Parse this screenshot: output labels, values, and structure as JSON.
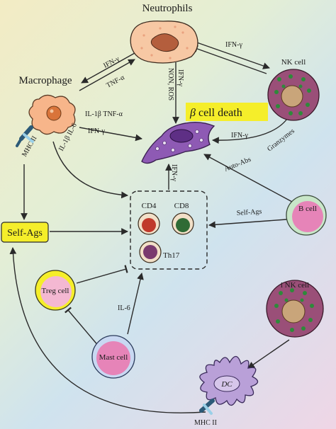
{
  "cells": {
    "neutrophils": "Neutrophils",
    "macrophage": "Macrophage",
    "nk_cell": "NK cell",
    "beta_cell_death_symbol": "β",
    "beta_cell_death_text": " cell death",
    "cd4": "CD4",
    "cd8": "CD8",
    "th17": "Th17",
    "b_cell": "B cell",
    "self_ags": "Self-Ags",
    "treg_cell": "Treg cell",
    "mast_cell": "Mast cell",
    "i_nk_cell": "i NK cell",
    "dc": "DC"
  },
  "labels": {
    "mhc_ii_top": "MHC II",
    "mhc_ii_bottom": "MHC II",
    "ifn_g_neutro_macro": "IFN-γ",
    "tnf_a_neutro_macro": "TNF-α",
    "ifn_g_neutro_nk": "IFN-γ",
    "ifn_g_neutro_beta": "IFN-γ",
    "non_ros": "NON, ROS",
    "il1b_tnfa": "IL-1β  TNF-α",
    "ifn_g_macro_beta": "IFN-γ",
    "ifn_g_nk_beta": "IFN-γ",
    "granzymes": "Granzymes",
    "il1b_il6": "IL-1β  IL-6",
    "ifn_g_tcell_beta": "IFN-γ",
    "auto_abs": "Auto-Abs",
    "self_ags_bcell": "Self-Ags",
    "il6_mast": "IL-6"
  },
  "colors": {
    "beta_cell_fill": "#8e5ab4",
    "highlight": "#f5ee2a",
    "macrophage": "#f7b58a",
    "nk_cell": "#9a4f78",
    "b_cell": "#c8e6c8",
    "treg": "#f4b8d2",
    "mast": "#c9d8f2",
    "dc": "#b9a0d8"
  }
}
